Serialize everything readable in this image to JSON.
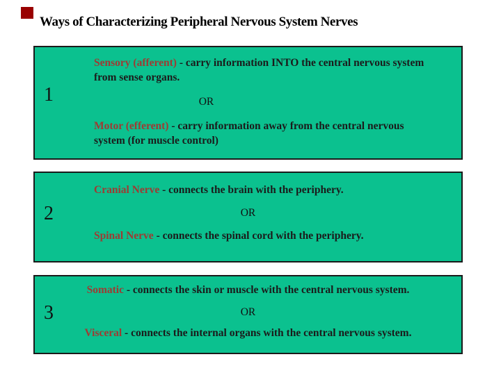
{
  "slide": {
    "title": "Ways of Characterizing Peripheral Nervous System Nerves",
    "marker_color": "#990000",
    "box_background_color": "#0BC18F",
    "box_border_color": "#1a1a1a",
    "term_text_color": "#9E3B33",
    "body_text_color": "#1b1b1b",
    "boxes": [
      {
        "number": "1",
        "first_term": "Sensory (afferent)",
        "first_rest": " - carry information INTO the central nervous system from sense organs.",
        "or_label": "OR",
        "second_term": "Motor (efferent)",
        "second_rest": " - carry information away from the central nervous system (for muscle control)"
      },
      {
        "number": "2",
        "first_term": "Cranial Nerve",
        "first_rest": " - connects the brain with the periphery.",
        "or_label": "OR",
        "second_term": "Spinal Nerve",
        "second_rest": " - connects the spinal cord with the periphery."
      },
      {
        "number": "3",
        "first_term": "Somatic",
        "first_rest": " - connects the skin or muscle with the central nervous system.",
        "or_label": "OR",
        "second_term": "Visceral",
        "second_rest": " - connects the internal organs with the central nervous system."
      }
    ]
  }
}
